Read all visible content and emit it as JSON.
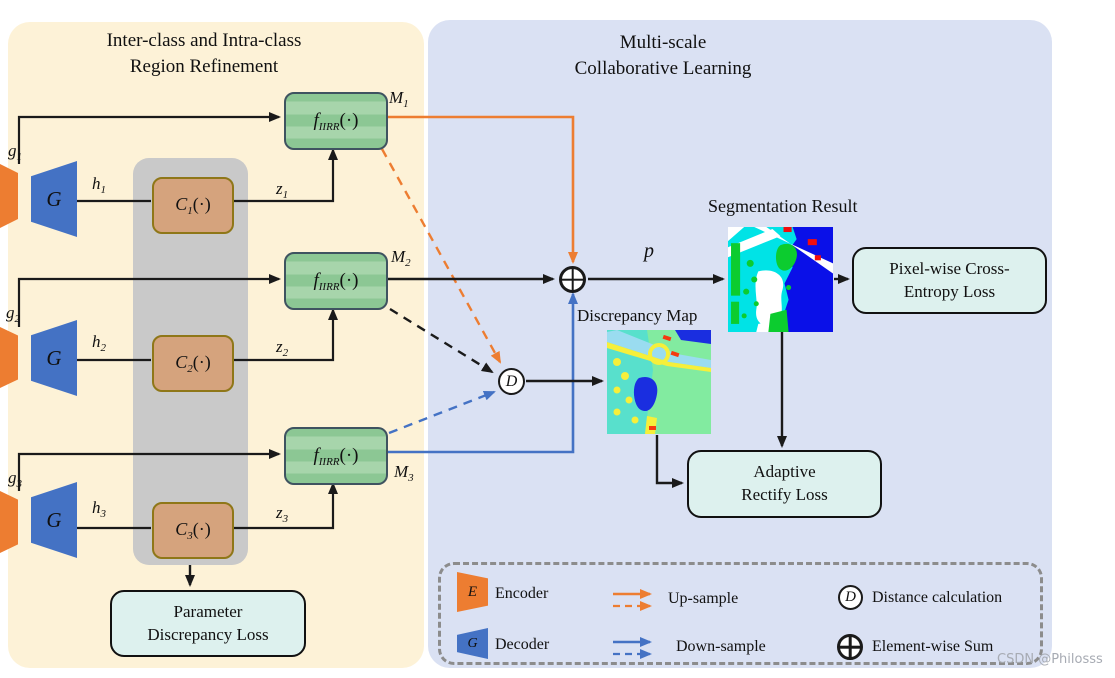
{
  "panels": {
    "left": {
      "title_line1": "Inter-class and Intra-class",
      "title_line2": "Region Refinement"
    },
    "right": {
      "title_line1": "Multi-scale",
      "title_line2": "Collaborative Learning"
    }
  },
  "rows": [
    {
      "g": "g",
      "g_sub": "1",
      "decoder": "G",
      "h": "h",
      "h_sub": "1",
      "c": "C",
      "c_sub": "1",
      "c_args": "(·)",
      "z": "z",
      "z_sub": "1",
      "f": "f",
      "f_sub": "IIRR",
      "f_args": "(·)",
      "m": "M",
      "m_sub": "1"
    },
    {
      "g": "g",
      "g_sub": "2",
      "decoder": "G",
      "h": "h",
      "h_sub": "2",
      "c": "C",
      "c_sub": "2",
      "c_args": "(·)",
      "z": "z",
      "z_sub": "2",
      "f": "f",
      "f_sub": "IIRR",
      "f_args": "(·)",
      "m": "M",
      "m_sub": "2"
    },
    {
      "g": "g",
      "g_sub": "3",
      "decoder": "G",
      "h": "h",
      "h_sub": "3",
      "c": "C",
      "c_sub": "3",
      "c_args": "(·)",
      "z": "z",
      "z_sub": "3",
      "f": "f",
      "f_sub": "IIRR",
      "f_args": "(·)",
      "m": "M",
      "m_sub": "3"
    }
  ],
  "symbols": {
    "distance": "D",
    "p": "p"
  },
  "captions": {
    "segmentation_result": "Segmentation Result",
    "discrepancy_map": "Discrepancy Map"
  },
  "loss_boxes": {
    "parameter": {
      "line1": "Parameter",
      "line2": "Discrepancy Loss"
    },
    "pixel_wise": {
      "line1": "Pixel-wise Cross-",
      "line2": "Entropy Loss"
    },
    "adaptive": {
      "line1": "Adaptive",
      "line2": "Rectify Loss"
    }
  },
  "legend": {
    "encoder_symbol": "E",
    "encoder_label": "Encoder",
    "decoder_symbol": "G",
    "decoder_label": "Decoder",
    "upsample_label": "Up-sample",
    "downsample_label": "Down-sample",
    "distance_symbol": "D",
    "distance_label": "Distance calculation",
    "sum_label": "Element-wise Sum"
  },
  "watermark": "CSDN @Philosss",
  "colors": {
    "orange_accent": "#ed7d31",
    "blue_accent": "#4472c4",
    "left_panel_bg": "#fdf2d7",
    "right_panel_bg": "#dae1f3",
    "refine_box_green": "#8cc794",
    "classifier_box_tan": "#d5a37d",
    "loss_box_bg": "#ddf1ee",
    "gray_group_bg": "#c9c9c9"
  }
}
